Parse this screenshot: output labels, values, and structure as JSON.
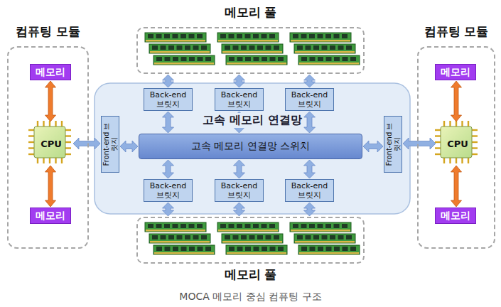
{
  "diagram": {
    "caption": "MOCA 메모리 중심 컴퓨팅 구조",
    "nodes": [
      {
        "text": [
          "컴퓨팅 모듈"
        ]
      },
      {
        "text": [
          "메모리"
        ],
        "in": 0
      },
      {
        "text": [
          "CPU"
        ],
        "in": 0
      },
      {
        "text": [
          "메모리"
        ],
        "in": 0
      },
      {
        "text": [
          "메모리 풀"
        ]
      },
      {
        "text": [
          "고속 메모리 연결망"
        ]
      },
      {
        "text": [
          "Back-end 브릿지"
        ],
        "in": 5
      },
      {
        "text": [
          "Back-end 브릿지"
        ],
        "in": 5
      },
      {
        "text": [
          "Back-end 브릿지"
        ],
        "in": 5
      },
      {
        "text": [
          "Front-end 브릿지"
        ],
        "in": 5
      },
      {
        "text": [
          "고속 메모리 연결망 스위치"
        ],
        "in": 5
      },
      {
        "text": [
          "Front-end 브릿지"
        ],
        "in": 5
      },
      {
        "text": [
          "Back-end 브릿지"
        ],
        "in": 5
      },
      {
        "text": [
          "Back-end 브릿지"
        ],
        "in": 5
      },
      {
        "text": [
          "Back-end 브릿지"
        ],
        "in": 5
      },
      {
        "text": [
          "컴퓨팅 모듈"
        ]
      },
      {
        "text": [
          "메모리"
        ],
        "in": 15
      },
      {
        "text": [
          "CPU"
        ],
        "in": 15
      },
      {
        "text": [
          "메모리"
        ],
        "in": 15
      },
      {
        "text": [
          "메모리 풀"
        ]
      }
    ],
    "edges": [
      {
        "from": 1,
        "to": 2,
        "arrow": "both"
      },
      {
        "from": 2,
        "to": 3,
        "arrow": "both"
      },
      {
        "from": 2,
        "to": 9,
        "arrow": "both"
      },
      {
        "from": 9,
        "to": 10,
        "arrow": "both"
      },
      {
        "from": 10,
        "to": 11,
        "arrow": "both"
      },
      {
        "from": 11,
        "to": 17,
        "arrow": "both"
      },
      {
        "from": 16,
        "to": 17,
        "arrow": "both"
      },
      {
        "from": 17,
        "to": 18,
        "arrow": "both"
      },
      {
        "from": 10,
        "to": 6,
        "arrow": "both"
      },
      {
        "from": 10,
        "to": 7,
        "arrow": "both"
      },
      {
        "from": 10,
        "to": 8,
        "arrow": "both"
      },
      {
        "from": 10,
        "to": 12,
        "arrow": "both"
      },
      {
        "from": 10,
        "to": 13,
        "arrow": "both"
      },
      {
        "from": 10,
        "to": 14,
        "arrow": "both"
      },
      {
        "from": 6,
        "to": 4,
        "arrow": "both"
      },
      {
        "from": 7,
        "to": 4,
        "arrow": "both"
      },
      {
        "from": 8,
        "to": 4,
        "arrow": "both"
      },
      {
        "from": 12,
        "to": 19,
        "arrow": "both"
      },
      {
        "from": 13,
        "to": 19,
        "arrow": "both"
      },
      {
        "from": 14,
        "to": 19,
        "arrow": "both"
      }
    ]
  }
}
